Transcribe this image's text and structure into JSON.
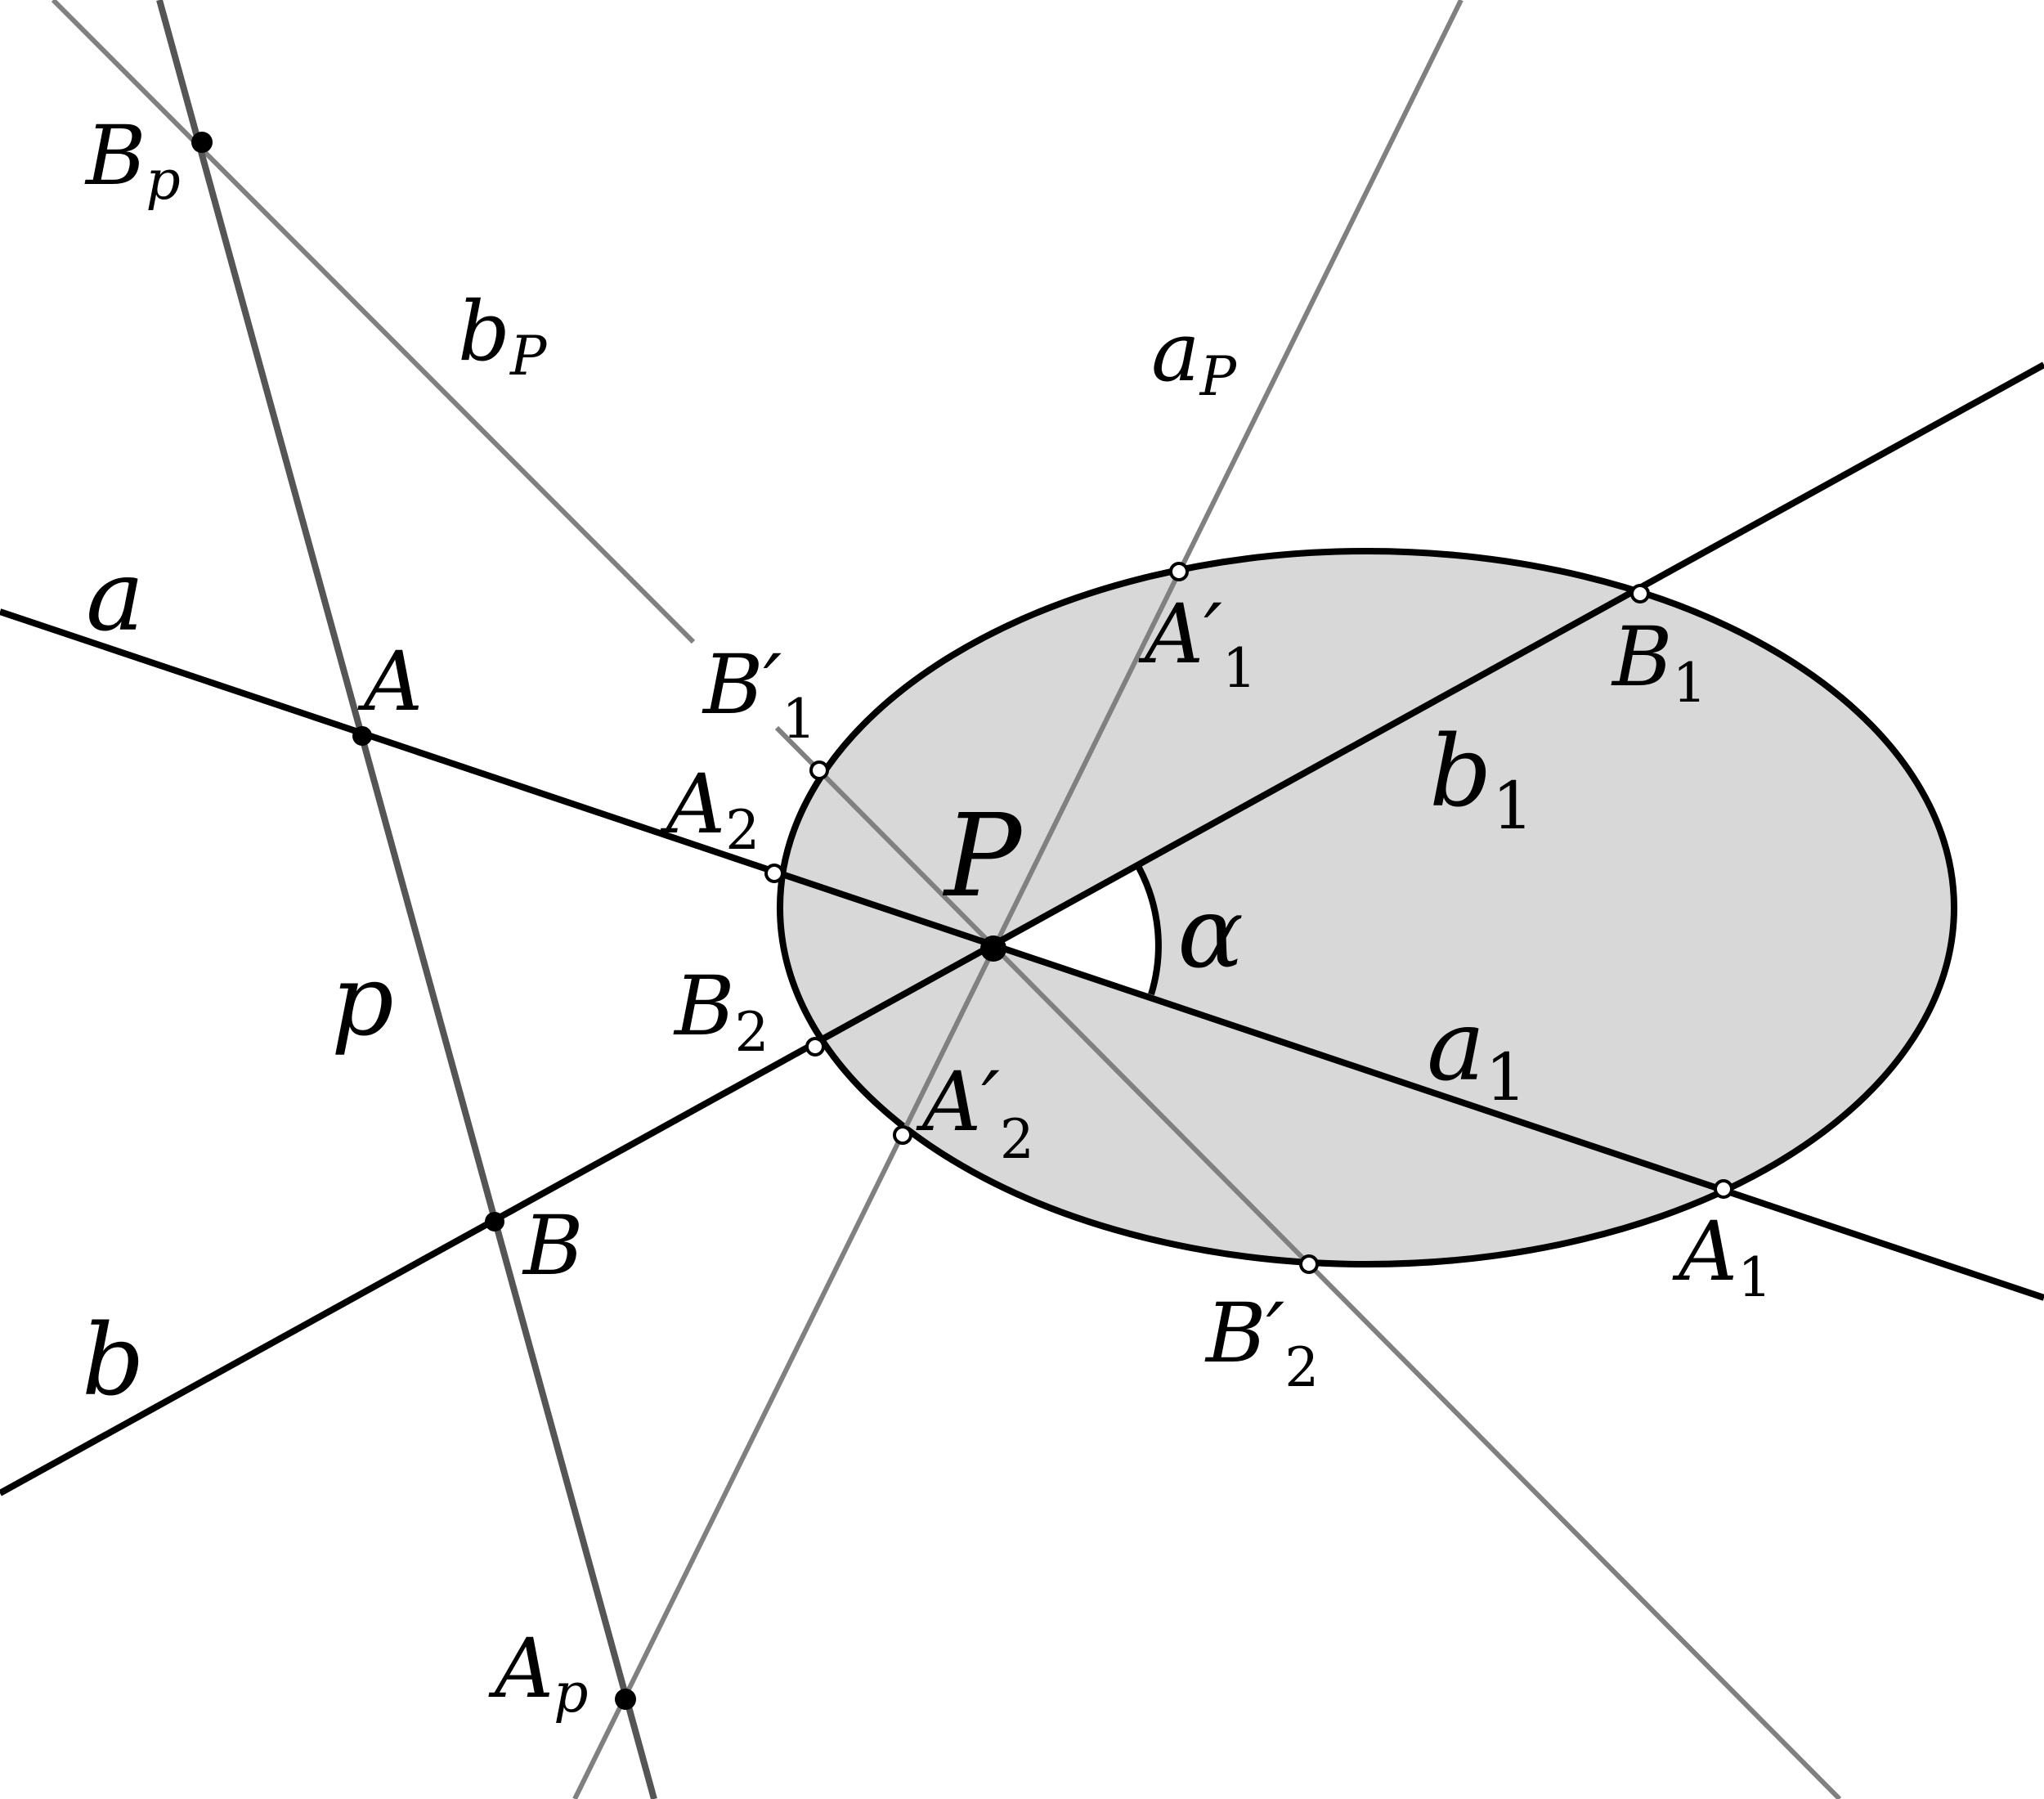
{
  "diagram": {
    "colors": {
      "ellipse_fill": "#d8d8d8",
      "main_lines": "#000000",
      "line_p": "#555555",
      "polar_lines": "#808080",
      "background": "#ffffff"
    },
    "labels": {
      "a": "a",
      "b": "b",
      "p": "p",
      "A": "A",
      "B": "B",
      "P": "P",
      "alpha": "α",
      "Bp": "B",
      "Bp_sub": "p",
      "Ap": "A",
      "Ap_sub": "p",
      "bP": "b",
      "bP_sub": "P",
      "aP": "a",
      "aP_sub": "P",
      "A1p": "A′",
      "A1p_sub": "1",
      "B1": "B",
      "B1_sub": "1",
      "B1p": "B′",
      "B1p_sub": "1",
      "A2": "A",
      "A2_sub": "2",
      "B2": "B",
      "B2_sub": "2",
      "A2p": "A′",
      "A2p_sub": "2",
      "B2p": "B′",
      "B2p_sub": "2",
      "A1": "A",
      "A1_sub": "1",
      "a1": "a",
      "a1_sub": "1",
      "b1": "b",
      "b1_sub": "1"
    }
  }
}
